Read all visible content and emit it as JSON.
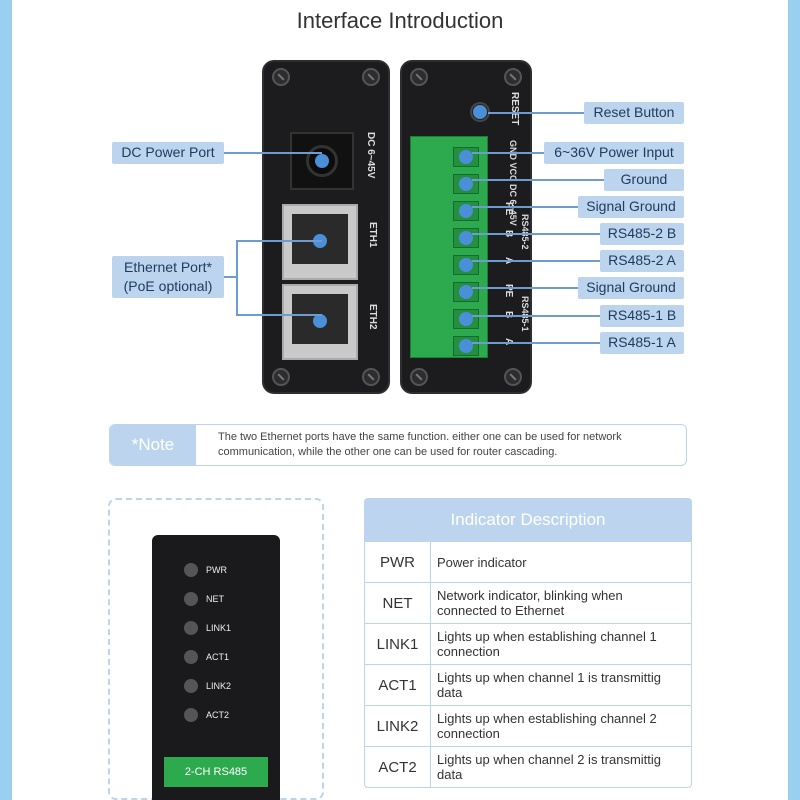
{
  "title": "Interface Introduction",
  "left_device": {
    "dc_label": "DC 6~45V",
    "eth1_label": "ETH1",
    "eth2_label": "ETH2"
  },
  "right_device": {
    "reset_label": "RESET",
    "terminal_top_labels": "GND VCC   DC 6~45V",
    "pin_labels": [
      "PE",
      "B",
      "A",
      "PE",
      "B",
      "A"
    ],
    "group2_label": "RS485-2",
    "group1_label": "RS485-1"
  },
  "callouts": {
    "dc_power_port": "DC Power Port",
    "ethernet_port_line1": "Ethernet Port*",
    "ethernet_port_line2": "(PoE optional)",
    "reset_button": "Reset Button",
    "power_input": "6~36V Power Input",
    "ground": "Ground",
    "signal_ground_2": "Signal Ground",
    "rs485_2_b": "RS485-2 B",
    "rs485_2_a": "RS485-2 A",
    "signal_ground_1": "Signal Ground",
    "rs485_1_b": "RS485-1 B",
    "rs485_1_a": "RS485-1 A"
  },
  "note": {
    "tag": "*Note",
    "text": "The two Ethernet ports have the same function. either one can be used for network communication, while the other one can be used for router cascading."
  },
  "indicator_panel": {
    "leds": [
      "PWR",
      "NET",
      "LINK1",
      "ACT1",
      "LINK2",
      "ACT2"
    ],
    "badge": "2-CH RS485"
  },
  "indicator_table": {
    "header": "Indicator Description",
    "rows": [
      {
        "name": "PWR",
        "desc": "Power indicator"
      },
      {
        "name": "NET",
        "desc": "Network indicator, blinking when connected to Ethernet"
      },
      {
        "name": "LINK1",
        "desc": "Lights up when establishing channel 1 connection"
      },
      {
        "name": "ACT1",
        "desc": "Lights up when channel 1 is transmittig data"
      },
      {
        "name": "LINK2",
        "desc": "Lights up when establishing channel 2 connection"
      },
      {
        "name": "ACT2",
        "desc": "Lights up when channel 2 is transmittig data"
      }
    ]
  },
  "colors": {
    "accent": "#bcd4ee",
    "terminal_green": "#2daa4d",
    "port_blue": "#4a8fd8",
    "background": "#9ad0ef"
  }
}
